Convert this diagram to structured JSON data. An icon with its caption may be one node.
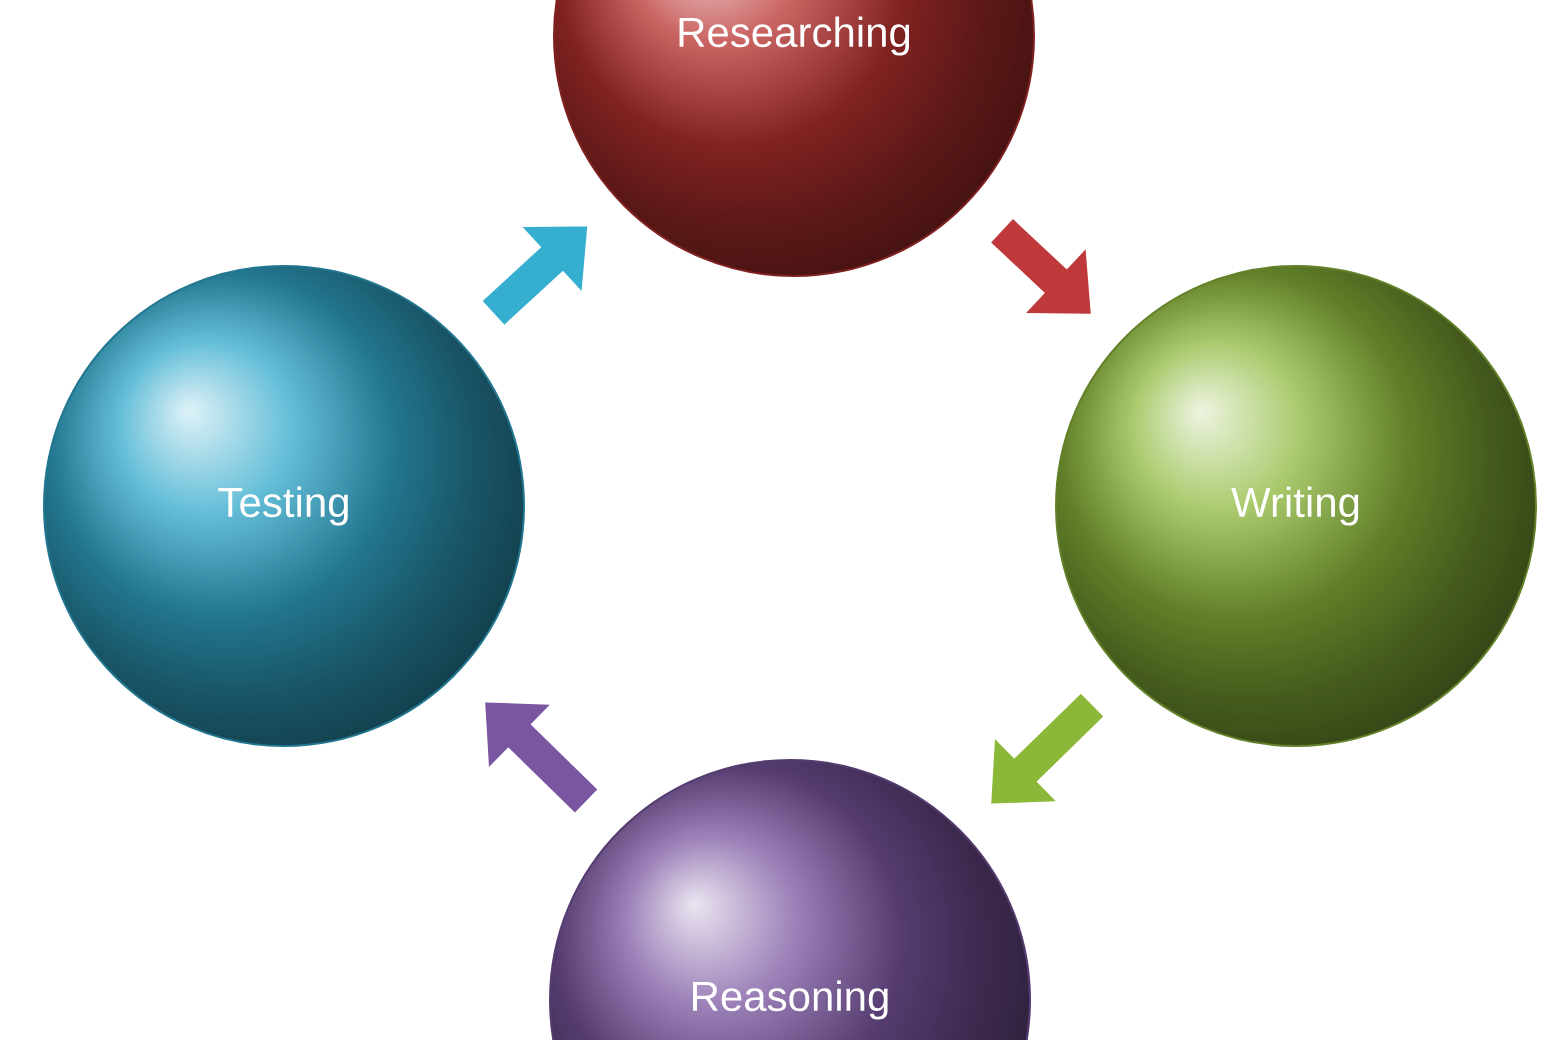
{
  "diagram": {
    "nodes": [
      {
        "text": [
          "Researching"
        ]
      },
      {
        "text": [
          "Writing"
        ]
      },
      {
        "text": [
          "Reasoning"
        ]
      },
      {
        "text": [
          "Testing"
        ]
      }
    ],
    "edges": [
      {
        "from": 0,
        "to": 1,
        "arrow": "to",
        "color": "#c0393a"
      },
      {
        "from": 1,
        "to": 2,
        "arrow": "to",
        "color": "#8cb83a"
      },
      {
        "from": 2,
        "to": 3,
        "arrow": "to",
        "color": "#7a55a0"
      },
      {
        "from": 3,
        "to": 0,
        "arrow": "to",
        "color": "#35aecf"
      }
    ]
  }
}
